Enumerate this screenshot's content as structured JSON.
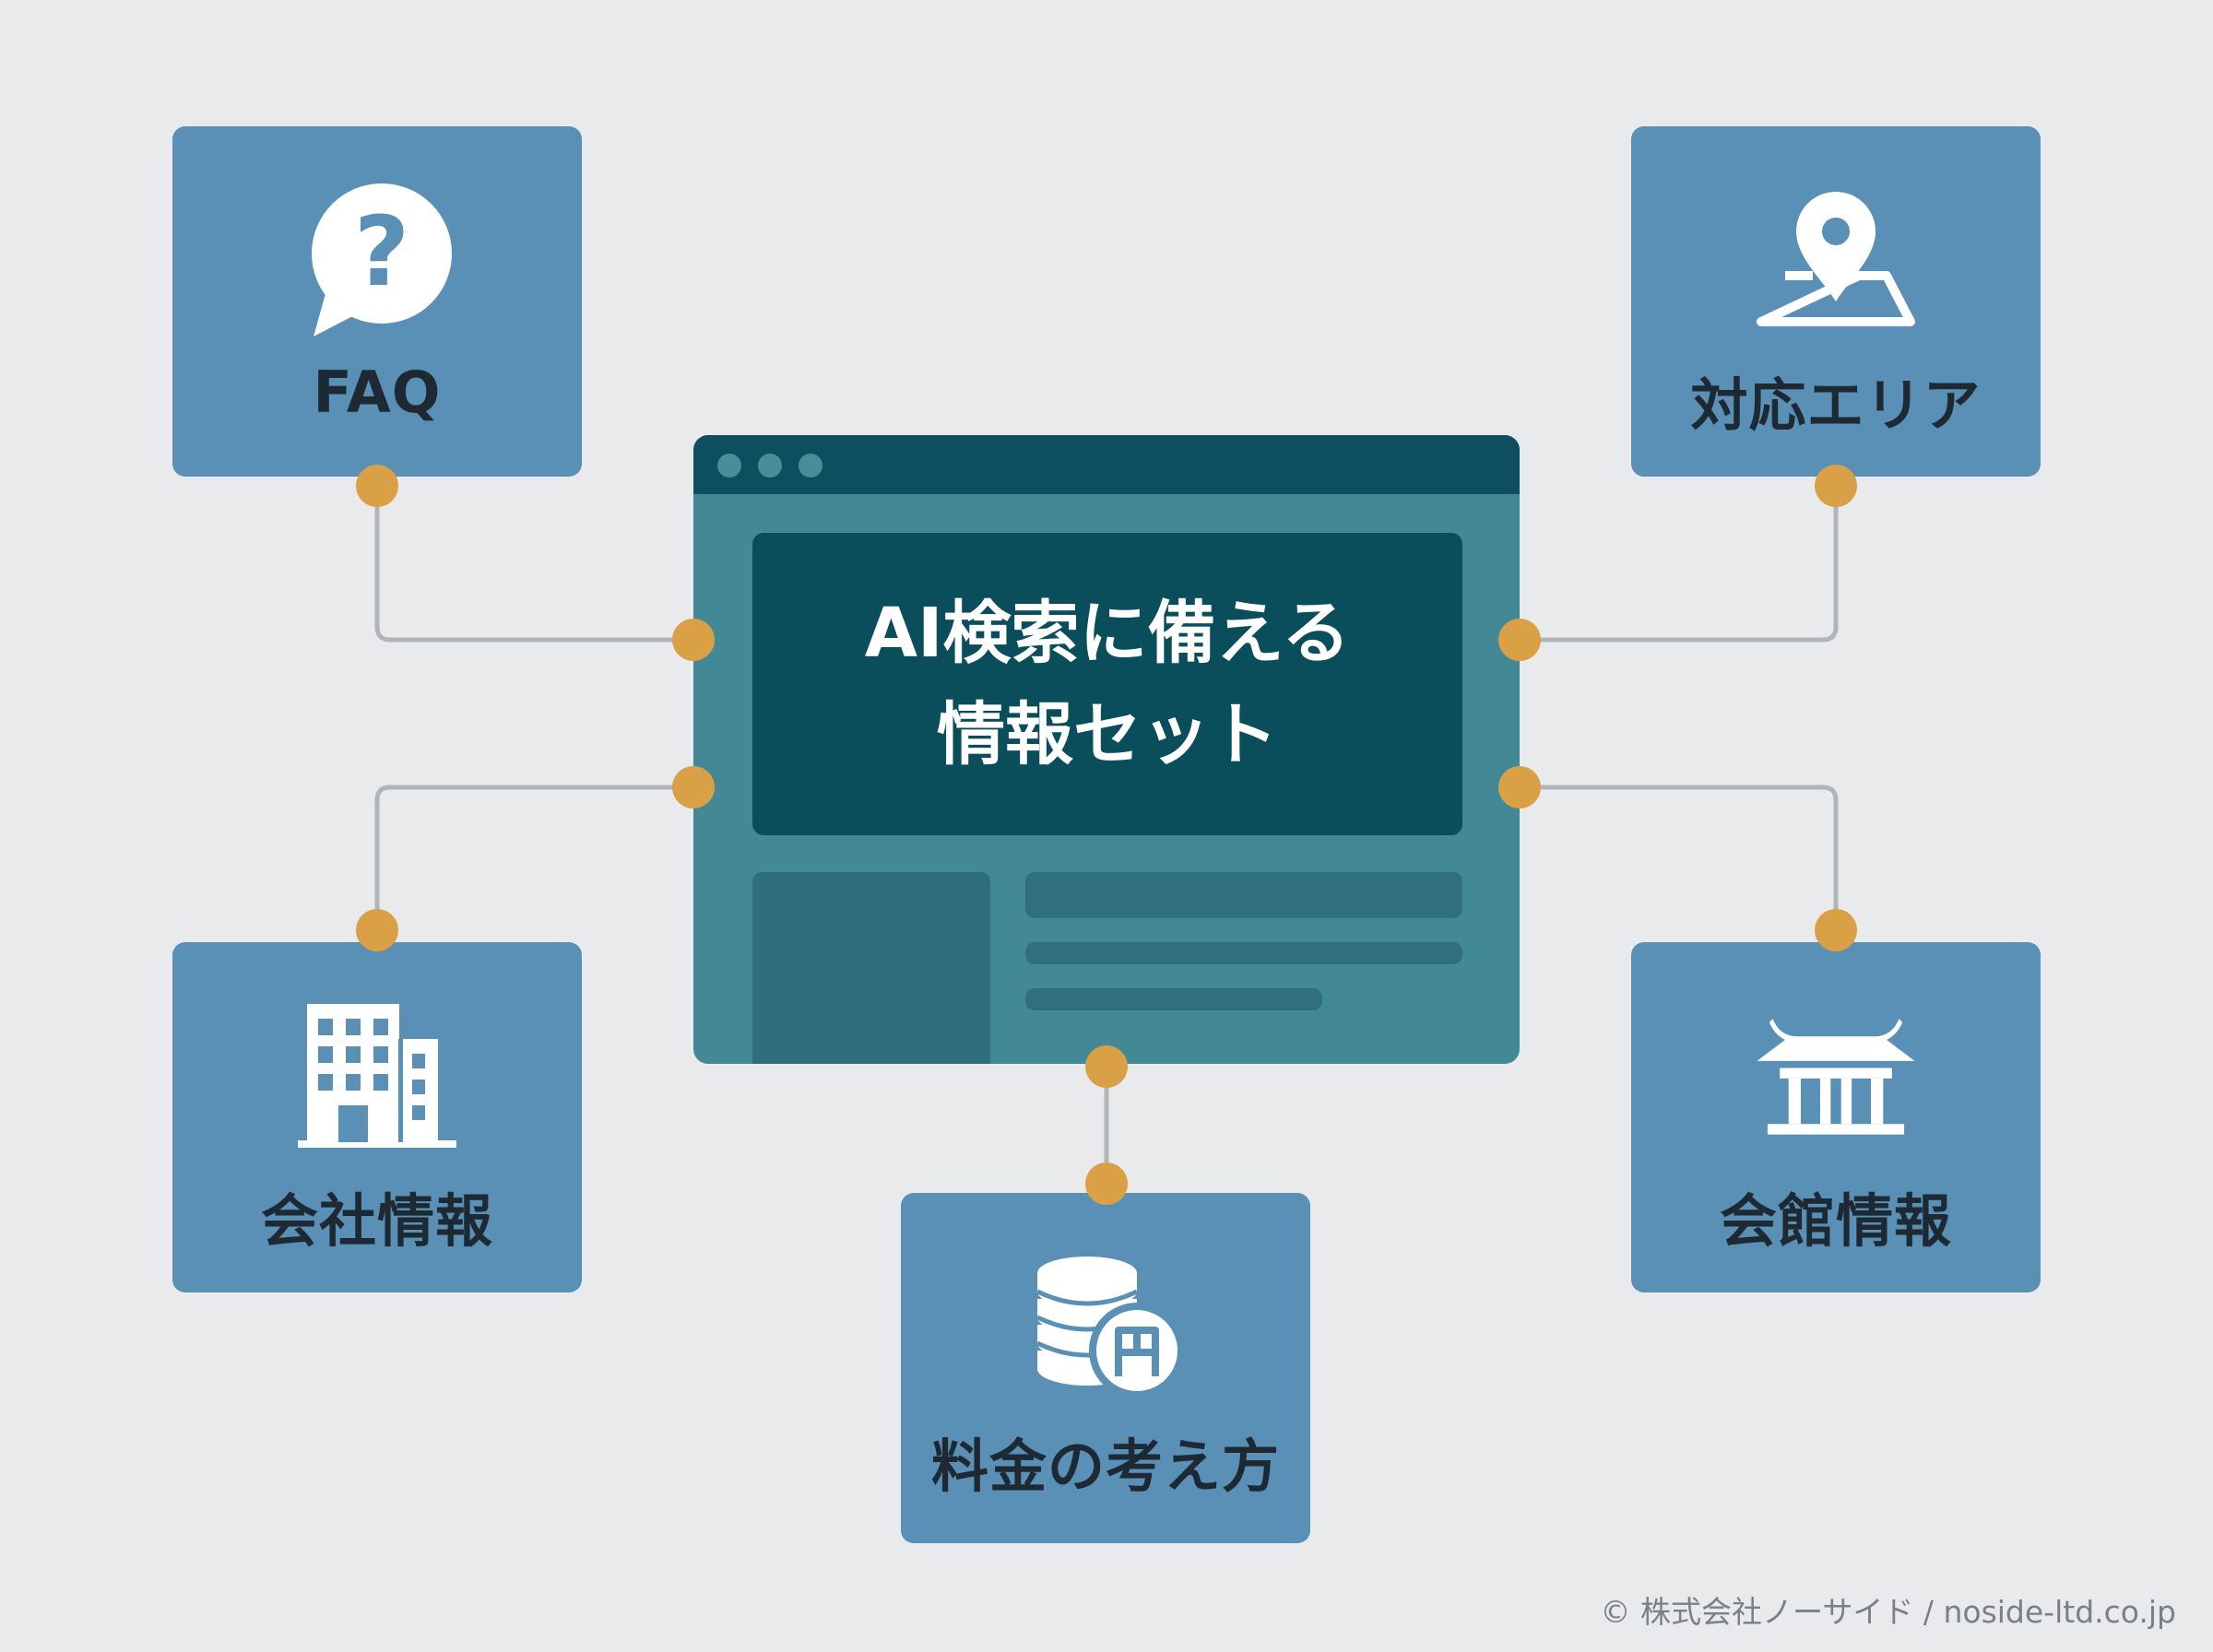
{
  "center": {
    "title_line1": "AI検索に備える",
    "title_line2": "情報セット"
  },
  "cards": {
    "faq": {
      "label": "FAQ",
      "icon": "question-bubble-icon"
    },
    "area": {
      "label": "対応エリア",
      "icon": "map-pin-icon"
    },
    "company": {
      "label": "会社情報",
      "icon": "building-icon"
    },
    "hall": {
      "label": "会館情報",
      "icon": "temple-hall-icon"
    },
    "pricing": {
      "label": "料金の考え方",
      "icon": "coins-yen-icon"
    }
  },
  "footer": {
    "copyright": "© 株式会社ノーサイド / noside-ltd.co.jp"
  },
  "colors": {
    "background": "#e8eaec",
    "card": "#5a8fb6",
    "browser": "#438895",
    "browser_dark": "#0a4e5c",
    "connector": "#b0b5b9",
    "node": "#d9a046"
  }
}
